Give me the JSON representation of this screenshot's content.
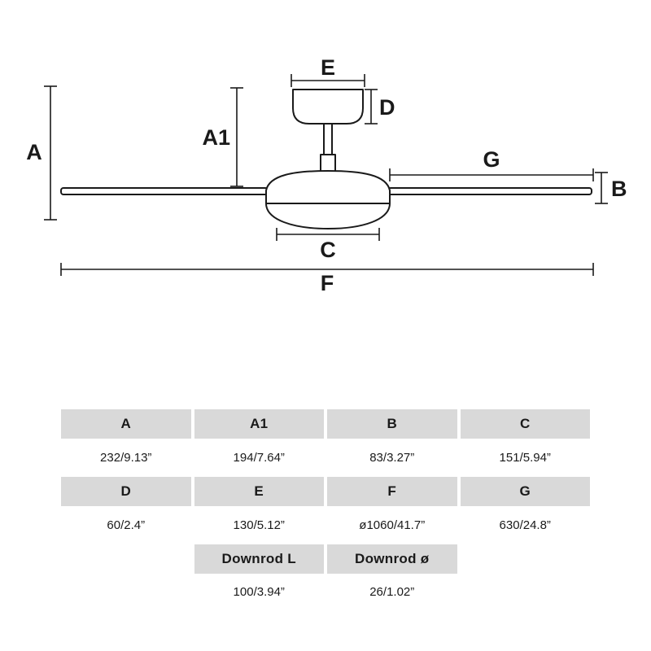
{
  "diagram": {
    "labels": {
      "a": "A",
      "a1": "A1",
      "b": "B",
      "c": "C",
      "d": "D",
      "e": "E",
      "f": "F",
      "g": "G"
    }
  },
  "table": {
    "header1": [
      "A",
      "A1",
      "B",
      "C"
    ],
    "values1": [
      "232/9.13”",
      "194/7.64”",
      "83/3.27”",
      "151/5.94”"
    ],
    "header2": [
      "D",
      "E",
      "F",
      "G"
    ],
    "values2": [
      "60/2.4”",
      "130/5.12”",
      "ø1060/41.7”",
      "630/24.8”"
    ],
    "header3": [
      "Downrod L",
      "Downrod ø"
    ],
    "values3": [
      "100/3.94”",
      "26/1.02”"
    ]
  }
}
